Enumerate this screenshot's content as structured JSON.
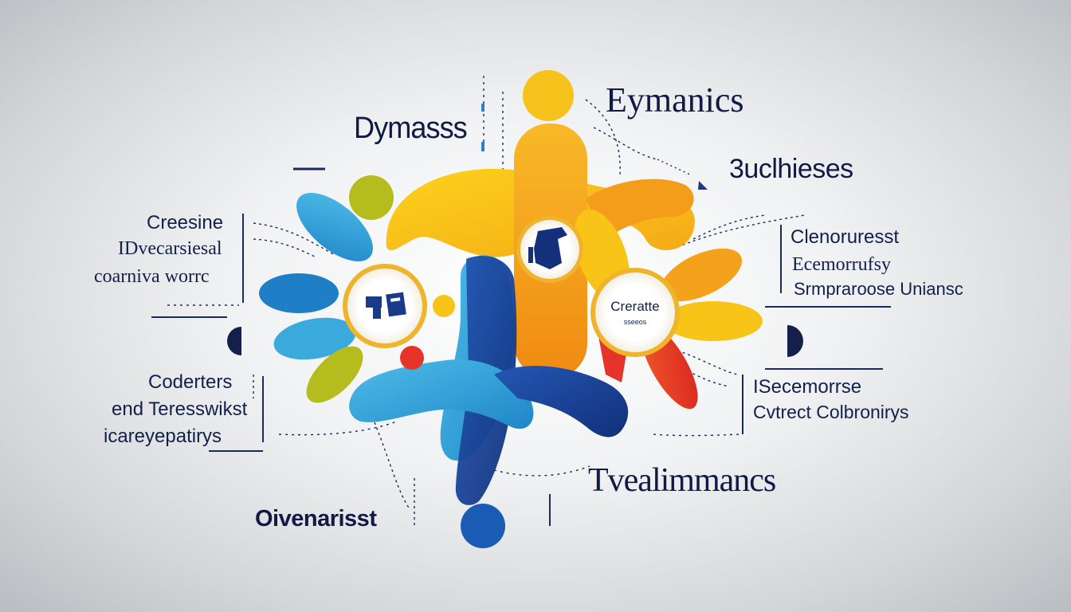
{
  "colors": {
    "navy": "#1a3b8a",
    "navy_dark": "#14204a",
    "sky_blue": "#3aa9dc",
    "yellow": "#f7c417",
    "orange": "#f4a11b",
    "red": "#e5352b",
    "olive": "#b5bd1e",
    "ring_gold": "#f0b42c"
  },
  "labels": {
    "top_center": "Eymanics",
    "top_left": "Dymasss",
    "top_right": "3uclhieses",
    "left_top": [
      "Creesine",
      "IDvecarsiesal",
      "coarniva worrc"
    ],
    "left_bottom": [
      "Coderters",
      "end Teresswikst",
      "icareyepatirys"
    ],
    "right_top": [
      "Clenoruresst",
      "Ecemorrufsy",
      "Srmpraroose Uniansc"
    ],
    "right_bottom": [
      "ISecemorrse",
      "Cvtrect Colbronirys"
    ],
    "bottom_center": "Tvealimmancs",
    "bottom_left": "Oivenarisst",
    "center_badge_title": "Creratte",
    "center_badge_sub": "sseeos"
  },
  "icons": {
    "left_badge": "document-icon",
    "top_badge": "hammer-icon"
  }
}
